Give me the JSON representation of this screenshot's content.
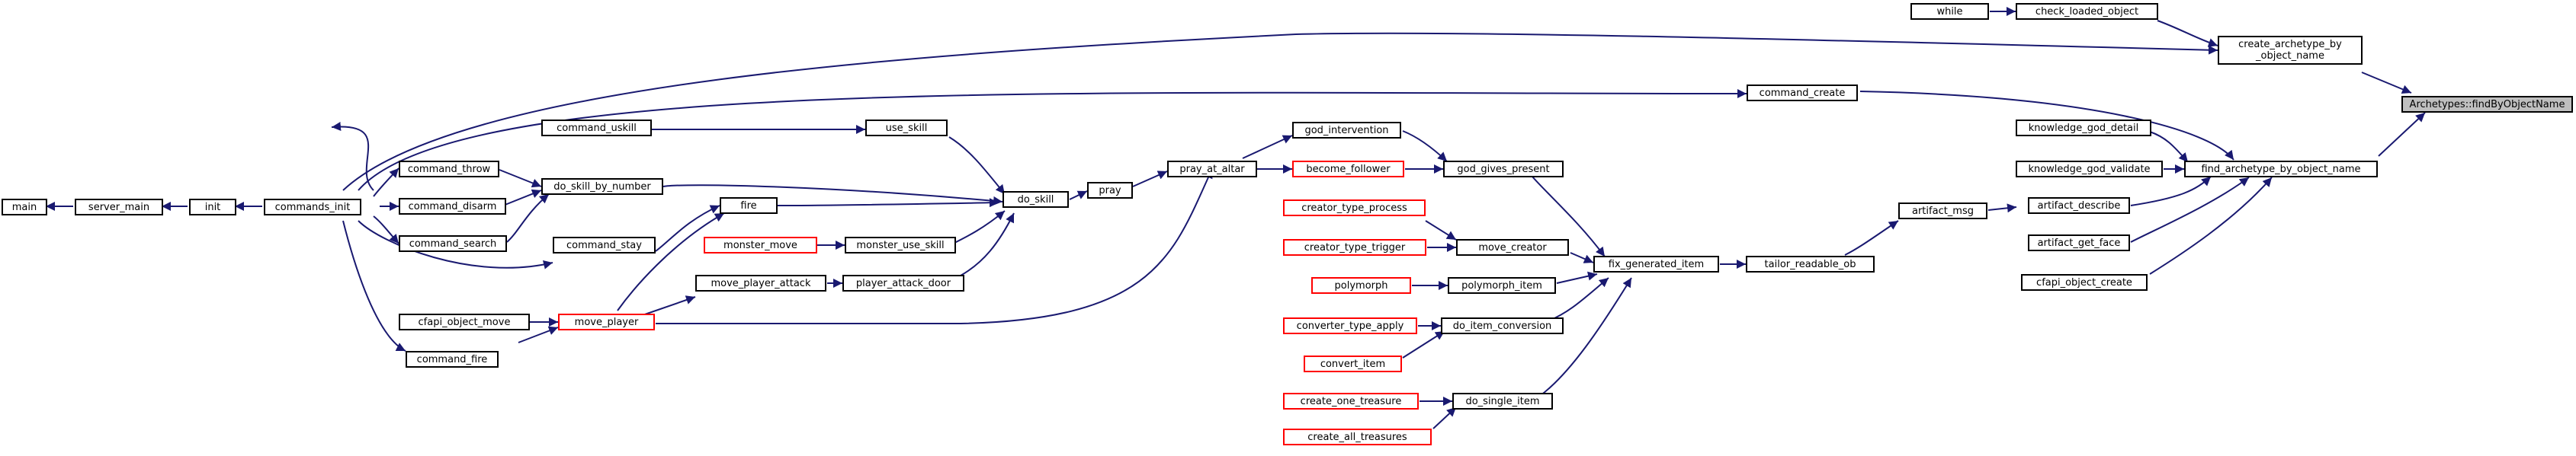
{
  "graph": {
    "colors": {
      "edge": "#191970",
      "node_border": "#000000",
      "truncated_border": "#ff0000",
      "root_fill": "#bfbfbf"
    },
    "nodes": {
      "main": "main",
      "server_main": "server_main",
      "init": "init",
      "commands_init": "commands_init",
      "command_uskill": "command_uskill",
      "command_throw": "command_throw",
      "command_disarm": "command_disarm",
      "command_search": "command_search",
      "do_skill_by_number": "do_skill_by_number",
      "command_stay": "command_stay",
      "cfapi_object_move": "cfapi_object_move",
      "command_fire": "command_fire",
      "move_player": "move_player",
      "fire": "fire",
      "use_skill": "use_skill",
      "monster_move": "monster_move",
      "monster_use_skill": "monster_use_skill",
      "move_player_attack": "move_player_attack",
      "player_attack_door": "player_attack_door",
      "do_skill": "do_skill",
      "pray": "pray",
      "pray_at_altar": "pray_at_altar",
      "god_intervention": "god_intervention",
      "become_follower": "become_follower",
      "god_gives_present": "god_gives_present",
      "creator_type_process": "creator_type_process",
      "creator_type_trigger": "creator_type_trigger",
      "move_creator": "move_creator",
      "polymorph": "polymorph",
      "polymorph_item": "polymorph_item",
      "converter_type_apply": "converter_type_apply",
      "do_item_conversion": "do_item_conversion",
      "convert_item": "convert_item",
      "create_one_treasure": "create_one_treasure",
      "do_single_item": "do_single_item",
      "create_all_treasures": "create_all_treasures",
      "fix_generated_item": "fix_generated_item",
      "tailor_readable_ob": "tailor_readable_ob",
      "artifact_msg": "artifact_msg",
      "command_create": "command_create",
      "while": "while",
      "check_loaded_object": "check_loaded_object",
      "create_archetype_by_object_name_1": "create_archetype_by",
      "create_archetype_by_object_name_2": "_object_name",
      "knowledge_god_detail": "knowledge_god_detail",
      "knowledge_god_validate": "knowledge_god_validate",
      "artifact_describe": "artifact_describe",
      "artifact_get_face": "artifact_get_face",
      "cfapi_object_create": "cfapi_object_create",
      "find_archetype_by_object_name": "find_archetype_by_object_name",
      "root": "Archetypes::findByObjectName"
    }
  }
}
